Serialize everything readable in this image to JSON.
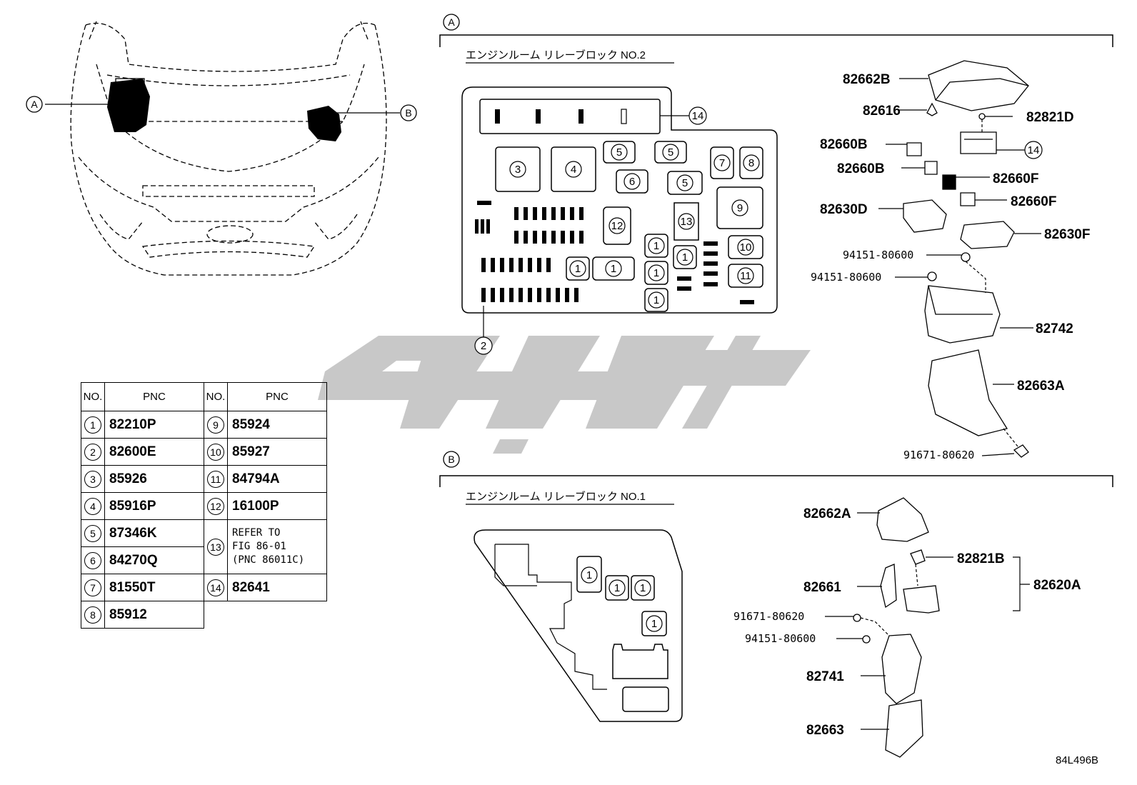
{
  "diagram": {
    "section_a_tag": "A",
    "section_b_tag": "B",
    "section_a_title": "エンジンルーム リレーブロック NO.2",
    "section_b_title": "エンジンルーム リレーブロック NO.1",
    "drawing_code": "84L496B",
    "car_callouts": [
      "A",
      "B"
    ],
    "block2_numbers": [
      "3",
      "4",
      "5",
      "5",
      "5",
      "6",
      "7",
      "8",
      "9",
      "12",
      "13",
      "10",
      "11",
      "1",
      "1",
      "1",
      "1",
      "1",
      "1",
      "14",
      "2"
    ],
    "block1_numbers": [
      "1",
      "1",
      "1",
      "1"
    ],
    "parts_a": {
      "p82662B": "82662B",
      "p82616": "82616",
      "p82821D": "82821D",
      "p14": "14",
      "p82660B_1": "82660B",
      "p82660B_2": "82660B",
      "p82660F_1": "82660F",
      "p82660F_2": "82660F",
      "p82630D": "82630D",
      "p82630F": "82630F",
      "p94151_1": "94151-80600",
      "p94151_2": "94151-80600",
      "p82742": "82742",
      "p82663A": "82663A",
      "p91671": "91671-80620"
    },
    "parts_b": {
      "p82662A": "82662A",
      "p82821B": "82821B",
      "p82620A": "82620A",
      "p82661": "82661",
      "p91671": "91671-80620",
      "p94151": "94151-80600",
      "p82741": "82741",
      "p82663": "82663"
    }
  },
  "table": {
    "headers": [
      "NO.",
      "PNC",
      "NO.",
      "PNC"
    ],
    "left": [
      {
        "no": "1",
        "pnc": "82210P"
      },
      {
        "no": "2",
        "pnc": "82600E"
      },
      {
        "no": "3",
        "pnc": "85926"
      },
      {
        "no": "4",
        "pnc": "85916P"
      },
      {
        "no": "5",
        "pnc": "87346K"
      },
      {
        "no": "6",
        "pnc": "84270Q"
      },
      {
        "no": "7",
        "pnc": "81550T"
      },
      {
        "no": "8",
        "pnc": "85912"
      }
    ],
    "right": [
      {
        "no": "9",
        "pnc": "85924"
      },
      {
        "no": "10",
        "pnc": "85927"
      },
      {
        "no": "11",
        "pnc": "84794A"
      },
      {
        "no": "12",
        "pnc": "16100P"
      },
      {
        "no": "13",
        "pnc": "REFER TO",
        "pnc2": "FIG 86-01",
        "pnc3": "(PNC 86011C)"
      },
      {
        "no": "14",
        "pnc": "82641"
      }
    ]
  },
  "colors": {
    "line": "#000000",
    "watermark": "#c8c8c8"
  }
}
